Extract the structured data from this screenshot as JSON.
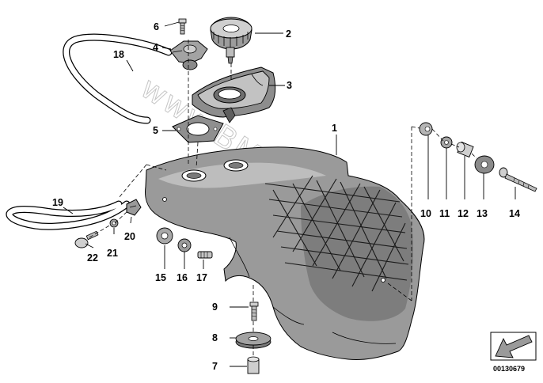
{
  "watermark": "www.BMWstore.pl",
  "document_number": "00130679",
  "callouts": [
    "1",
    "2",
    "3",
    "4",
    "5",
    "6",
    "7",
    "8",
    "9",
    "10",
    "11",
    "12",
    "13",
    "14",
    "15",
    "16",
    "17",
    "18",
    "19",
    "20",
    "21",
    "22"
  ],
  "icons": {
    "direction_arrow": "direction-arrow-icon"
  }
}
